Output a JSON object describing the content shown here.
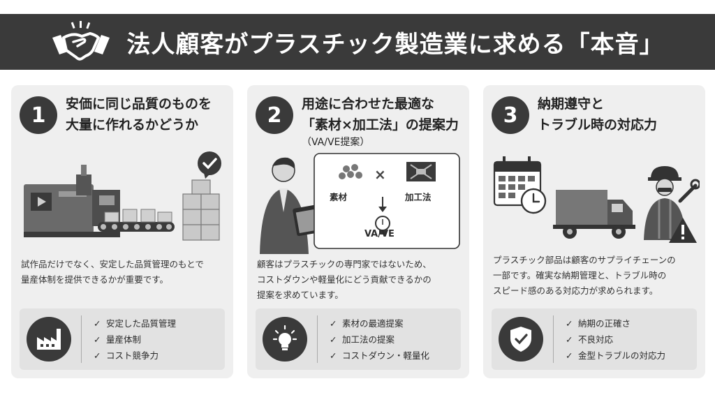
{
  "banner": {
    "title": "法人顧客がプラスチック製造業に求める「本音」"
  },
  "cards": [
    {
      "number": "1",
      "heading_lines": [
        "安価に同じ品質のものを",
        "大量に作れるかどうか"
      ],
      "description_lines": [
        "試作品だけでなく、安定した品質管理のもとで",
        "量産体制を提供できるかが重要です。"
      ],
      "checks": [
        "安定した品質管理",
        "量産体制",
        "コスト競争力"
      ]
    },
    {
      "number": "2",
      "heading_lines": [
        "用途に合わせた最適な",
        "「素材×加工法」の提案力"
      ],
      "heading_sub": "（VA/VE提案）",
      "diagram": {
        "material": "素材",
        "process": "加工法",
        "cross": "×",
        "result": "VA/VE"
      },
      "description_lines": [
        "顧客はプラスチックの専門家ではないため、",
        "コストダウンや軽量化にどう貢献できるかの",
        "提案を求めています。"
      ],
      "checks": [
        "素材の最適提案",
        "加工法の提案",
        "コストダウン・軽量化"
      ]
    },
    {
      "number": "3",
      "heading_lines": [
        "納期遵守と",
        "トラブル時の対応力"
      ],
      "description_lines": [
        "プラスチック部品は顧客のサプライチェーンの",
        "一部です。確実な納期管理と、トラブル時の",
        "スピード感のある対応力が求められます。"
      ],
      "checks": [
        "納期の正確さ",
        "不良対応",
        "金型トラブルの対応力"
      ]
    }
  ],
  "check_mark": "✓",
  "colors": {
    "banner": "#3a3a3a",
    "card": "#efefef",
    "panel": "#e2e2e2",
    "accent": "#3a3a3a"
  }
}
